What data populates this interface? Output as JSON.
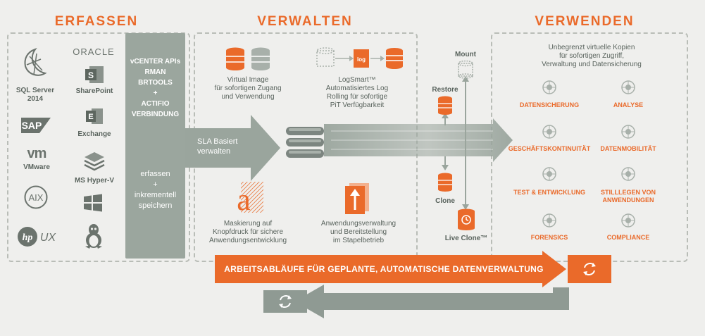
{
  "headings": {
    "capture": "ERFASSEN",
    "manage": "VERWALTEN",
    "use": "VERWENDEN"
  },
  "capture": {
    "sources": [
      {
        "icon": "sql-server-icon",
        "label": "SQL Server\n2014"
      },
      {
        "icon": "oracle-logo",
        "label": "ORACLE"
      },
      {
        "icon": "sharepoint-icon",
        "label": "SharePoint"
      },
      {
        "icon": "sap-logo",
        "label": "SAP"
      },
      {
        "icon": "exchange-icon",
        "label": "Exchange"
      },
      {
        "icon": "vmware-logo",
        "label": "VMware"
      },
      {
        "icon": "hyper-v-icon",
        "label": "MS Hyper-V"
      },
      {
        "icon": "aix-logo",
        "label": "AIX"
      },
      {
        "icon": "windows-logo",
        "label": ""
      },
      {
        "icon": "hp-ux-logo",
        "label": "UX"
      },
      {
        "icon": "linux-tux-icon",
        "label": ""
      }
    ],
    "apis": "vCENTER APIs\nRMAN\nBRTOOLS\n+\nACTIFIO\nVERBINDUNG",
    "incremental": "erfassen\n+\ninkrementell\nspeichern"
  },
  "flow": {
    "sla": "SLA Basiert\nverwalten"
  },
  "manage": {
    "virtual_image": "Virtual Image\nfür sofortigen Zugang\nund Verwendung",
    "logsmart": "LogSmart™\nAutomatisiertes Log\nRolling für sofortige\nPiT Verfügbarkeit",
    "log_label": "log",
    "masking": "Maskierung auf\nKnopfdruck für sichere\nAnwendungsentwicklung",
    "batch": "Anwendungsverwaltung\nund Bereitstellung\nim Stapelbetrieb"
  },
  "access": {
    "mount": "Mount",
    "restore": "Restore",
    "clone": "Clone",
    "live_clone": "Live Clone™"
  },
  "use": {
    "intro": "Unbegrenzt virtuelle Kopien\nfür sofortigen Zugriff,\nVerwaltung und Datensicherung",
    "items": [
      "DATENSICHERUNG",
      "ANALYSE",
      "GESCHÄFTSKONTINUITÄT",
      "DATENMOBILITÄT",
      "TEST & ENTWICKLUNG",
      "STILLLEGEN VON\nANWENDUNGEN",
      "FORENSICS",
      "COMPLIANCE"
    ]
  },
  "workflow": {
    "banner": "ARBEITSABLÄUFE FÜR GEPLANTE, AUTOMATISCHE DATENVERWALTUNG"
  },
  "colors": {
    "orange": "#ea6a2a",
    "gray_green": "#9aa59d",
    "dark_gray": "#59635d",
    "background": "#efefed"
  }
}
